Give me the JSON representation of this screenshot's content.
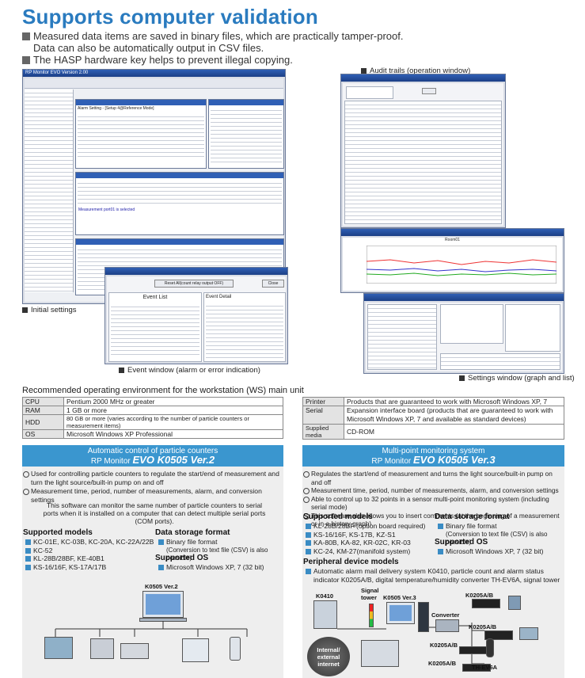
{
  "title": "Supports computer validation",
  "intro_bullets": [
    "Measured data items are saved in binary files, which are practically tamper-proof.",
    "Data can also be automatically output in CSV files.",
    "The HASP hardware key helps to prevent illegal copying."
  ],
  "captions": {
    "audit_trails": "Audit trails (operation window)",
    "initial_settings": "Initial settings",
    "event_window": "Event window (alarm or error indication)",
    "settings_window": "Settings window (graph and list)"
  },
  "screens": {
    "main_title": "RP Monitor EVO Version 2.00",
    "initial_settings_header": "Alarm Setting - [Setup 4@Reference Mode]",
    "measurement_message": "Measurement port01 is selected",
    "event_list_title": "Event List",
    "event_detail_title": "Event Detail",
    "reset_button": "Reset All(count relay output OFF)",
    "graph_legend": "Room01",
    "close": "Close"
  },
  "recommended": {
    "title": "Recommended operating environment for the workstation (WS) main unit",
    "rows": [
      {
        "key": "CPU",
        "value": "Pentium 2000 MHz or greater"
      },
      {
        "key": "RAM",
        "value": "1 GB or more"
      },
      {
        "key": "HDD",
        "value": "80 GB or more (varies according to the number of particle counters or measurement items)"
      },
      {
        "key": "OS",
        "value": "Microsoft Windows XP Professional"
      }
    ],
    "right_rows": [
      {
        "key": "Printer",
        "value": "Products that are guaranteed to work with Microsoft Windows XP, 7"
      },
      {
        "key": "Serial",
        "value": "Expansion interface board (products that are guaranteed to work with Microsoft Windows XP, 7 and available as standard devices)"
      },
      {
        "key": "Supplied media",
        "value": "CD-ROM"
      }
    ]
  },
  "left_panel": {
    "head_line1": "Automatic control of particle counters",
    "head_line2_prefix": "RP Monitor ",
    "head_line2_product": "EVO K0505 Ver.2",
    "bullets": [
      "Used for controlling particle counters to regulate the start/end of measurement and turn the light source/built-in pump on and off",
      "Measurement time, period, number of measurements, alarm, and conversion settings"
    ],
    "note": "This software can monitor the same number of particle counters to serial ports when it is installed on a computer that can detect multiple serial ports (COM ports).",
    "models_title": "Supported models",
    "models": [
      "KC-01E, KC-03B, KC-20A, KC-22A/22B",
      "KC-52",
      "KL-28B/28BF, KE-40B1",
      "KS-16/16F, KS-17A/17B"
    ],
    "format_title": "Data storage format",
    "format_main": "Binary file format",
    "format_sub": "(Conversion to text file (CSV) is also possible)",
    "os_title": "Supported OS",
    "os": "Microsoft Windows XP, 7 (32 bit)",
    "diagram_label": "K0505 Ver.2"
  },
  "right_panel": {
    "head_line1": "Multi-point monitoring system",
    "head_line2_prefix": "RP Monitor ",
    "head_line2_product": "EVO K0505 Ver.3",
    "bullets": [
      "Regulates the start/end of measurement and turns the light source/built-in pump on and off",
      "Measurement time, period, number of measurements, alarm, and conversion settings",
      "Able to control up to 32 points in a sensor multi-point monitoring system (including serial mode)",
      "This software also allows you to insert comments (at the beginning of a measurement or in a history graph)"
    ],
    "models_title": "Supported models",
    "models": [
      "KL-28B/28BF (option board required)",
      "KS-16/16F, KS-17B, KZ-S1",
      "KA-80B, KA-82, KR-02C, KR-03",
      "KC-24, KM-27(manifold system)"
    ],
    "format_title": "Data storage format",
    "format_main": "Binary file format",
    "format_sub": "(Conversion to text file (CSV) is also possible)",
    "os_title": "Supported OS",
    "os": "Microsoft Windows XP, 7 (32 bit)",
    "peripheral_title": "Peripheral device models",
    "peripheral": "Automatic alarm mail delivery system K0410, particle count and alarm status indicator K0205A/B, digital temperature/humidity converter TH-EV6A, signal tower",
    "diagram": {
      "k0410": "K0410",
      "signal_tower": "Signal tower",
      "k0505": "K0505 Ver.3",
      "converter": "Converter",
      "k0205_1": "K0205A/B",
      "k0205_2": "K0205A/B",
      "k0205_3": "K0205A/B",
      "k0205_4": "K0205A/B",
      "internet": "Internal/ external internet",
      "th": "TH-EV6A"
    }
  },
  "colors": {
    "accent": "#2a7bbf",
    "panel_head": "#3a96cf",
    "bullet_square": "#3a8cc4"
  }
}
